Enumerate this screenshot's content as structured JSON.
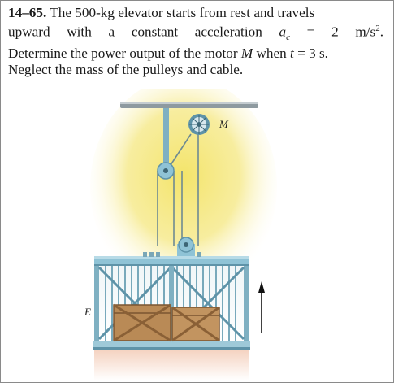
{
  "problem": {
    "number": "14–65.",
    "line1": "The 500-kg elevator starts from rest and travels",
    "line2_a": "upward with a constant acceleration ",
    "line2_var": "a",
    "line2_sub": "c",
    "line2_b": " = 2 m/s",
    "line2_sup": "2",
    "line2_end": ".",
    "line3_a": "Determine the power output of the motor ",
    "line3_var": "M",
    "line3_b": " when ",
    "line3_t": "t",
    "line3_c": " = 3 s.",
    "line4": "Neglect the mass of the pulleys and cable."
  },
  "figure": {
    "motor_label": "M",
    "elevator_label": "E",
    "colors": {
      "glow": "#f2df5a",
      "cage": "#8fc3d6",
      "steel": "#5e93a8",
      "crate": "#b98a56",
      "ceiling": "#8e9aa0"
    }
  }
}
